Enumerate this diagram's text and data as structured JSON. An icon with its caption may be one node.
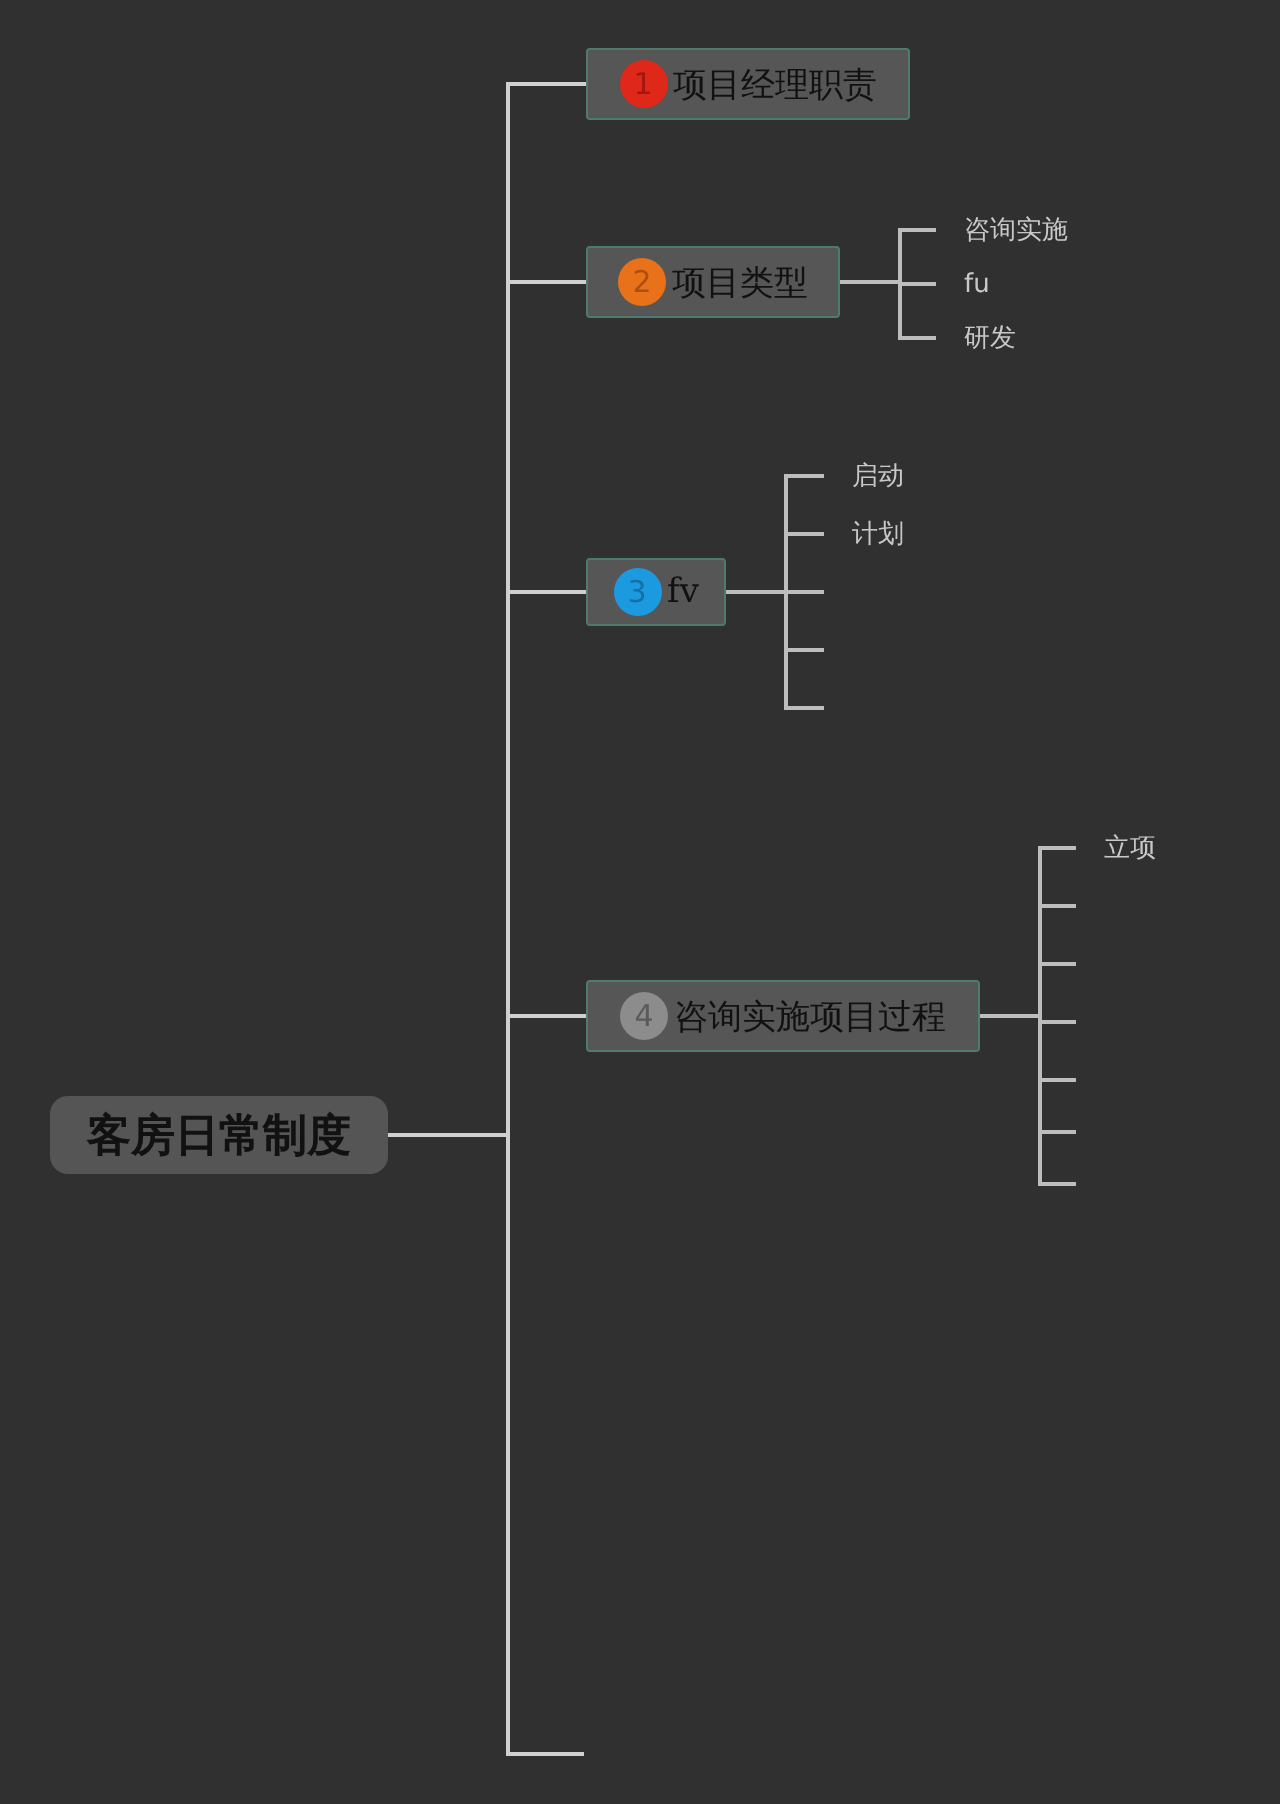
{
  "diagram": {
    "nodes": [
      {
        "text": [
          "客房日常制度"
        ]
      },
      {
        "text": [
          "1",
          "项目经理职责"
        ]
      },
      {
        "text": [
          "2",
          "项目类型"
        ]
      },
      {
        "text": [
          "咨询实施"
        ]
      },
      {
        "text": [
          "fu"
        ]
      },
      {
        "text": [
          "研发"
        ]
      },
      {
        "text": [
          "3",
          "fv"
        ]
      },
      {
        "text": [
          "启动"
        ]
      },
      {
        "text": [
          "计划"
        ]
      },
      {
        "text": [
          "4",
          "咨询实施项目过程"
        ]
      },
      {
        "text": [
          "立项"
        ]
      }
    ],
    "edges": [
      {
        "from": 0,
        "to": 1,
        "arrow": "none"
      },
      {
        "from": 0,
        "to": 2,
        "arrow": "none"
      },
      {
        "from": 2,
        "to": 3,
        "arrow": "none"
      },
      {
        "from": 2,
        "to": 4,
        "arrow": "none"
      },
      {
        "from": 2,
        "to": 5,
        "arrow": "none"
      },
      {
        "from": 0,
        "to": 6,
        "arrow": "none"
      },
      {
        "from": 6,
        "to": 7,
        "arrow": "none"
      },
      {
        "from": 6,
        "to": 8,
        "arrow": "none"
      },
      {
        "from": 6,
        "to": null,
        "arrow": "none"
      },
      {
        "from": 6,
        "to": null,
        "arrow": "none"
      },
      {
        "from": 6,
        "to": null,
        "arrow": "none"
      },
      {
        "from": 0,
        "to": 9,
        "arrow": "none"
      },
      {
        "from": 9,
        "to": 10,
        "arrow": "none"
      },
      {
        "from": 9,
        "to": null,
        "arrow": "none"
      },
      {
        "from": 9,
        "to": null,
        "arrow": "none"
      },
      {
        "from": 9,
        "to": null,
        "arrow": "none"
      },
      {
        "from": 9,
        "to": null,
        "arrow": "none"
      },
      {
        "from": 9,
        "to": null,
        "arrow": "none"
      },
      {
        "from": 9,
        "to": null,
        "arrow": "none"
      },
      {
        "from": 0,
        "to": null,
        "arrow": "none"
      }
    ]
  }
}
